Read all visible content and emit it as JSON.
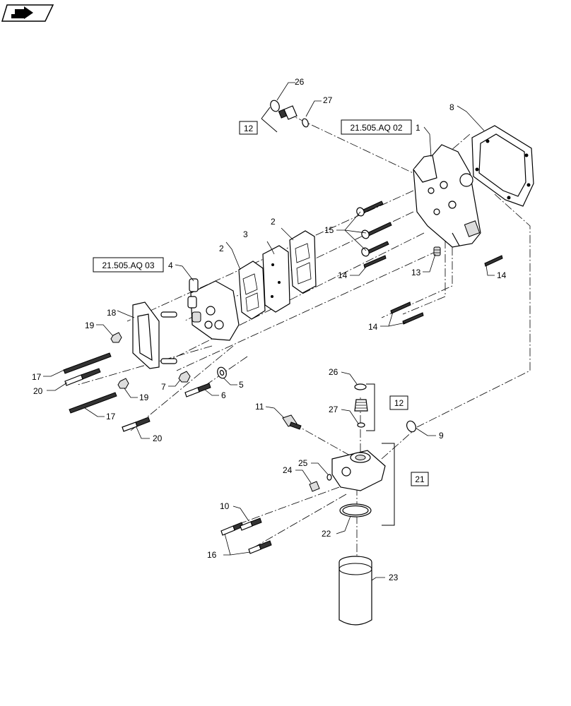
{
  "callouts": {
    "c1": "1",
    "c2a": "2",
    "c2b": "2",
    "c3": "3",
    "c4": "4",
    "c5": "5",
    "c6": "6",
    "c7": "7",
    "c8": "8",
    "c9": "9",
    "c10": "10",
    "c11": "11",
    "c12a": "12",
    "c12b": "12",
    "c13": "13",
    "c14a": "14",
    "c14b": "14",
    "c14c": "14",
    "c15": "15",
    "c16": "16",
    "c17a": "17",
    "c17b": "17",
    "c18": "18",
    "c19a": "19",
    "c19b": "19",
    "c20a": "20",
    "c20b": "20",
    "c21": "21",
    "c22": "22",
    "c23": "23",
    "c24": "24",
    "c25": "25",
    "c26a": "26",
    "c26b": "26",
    "c27a": "27",
    "c27b": "27"
  },
  "references": {
    "ref_aq02": "21.505.AQ 02",
    "ref_aq03": "21.505.AQ 03"
  },
  "icons": {
    "nav": "next-page-arrow-icon"
  }
}
